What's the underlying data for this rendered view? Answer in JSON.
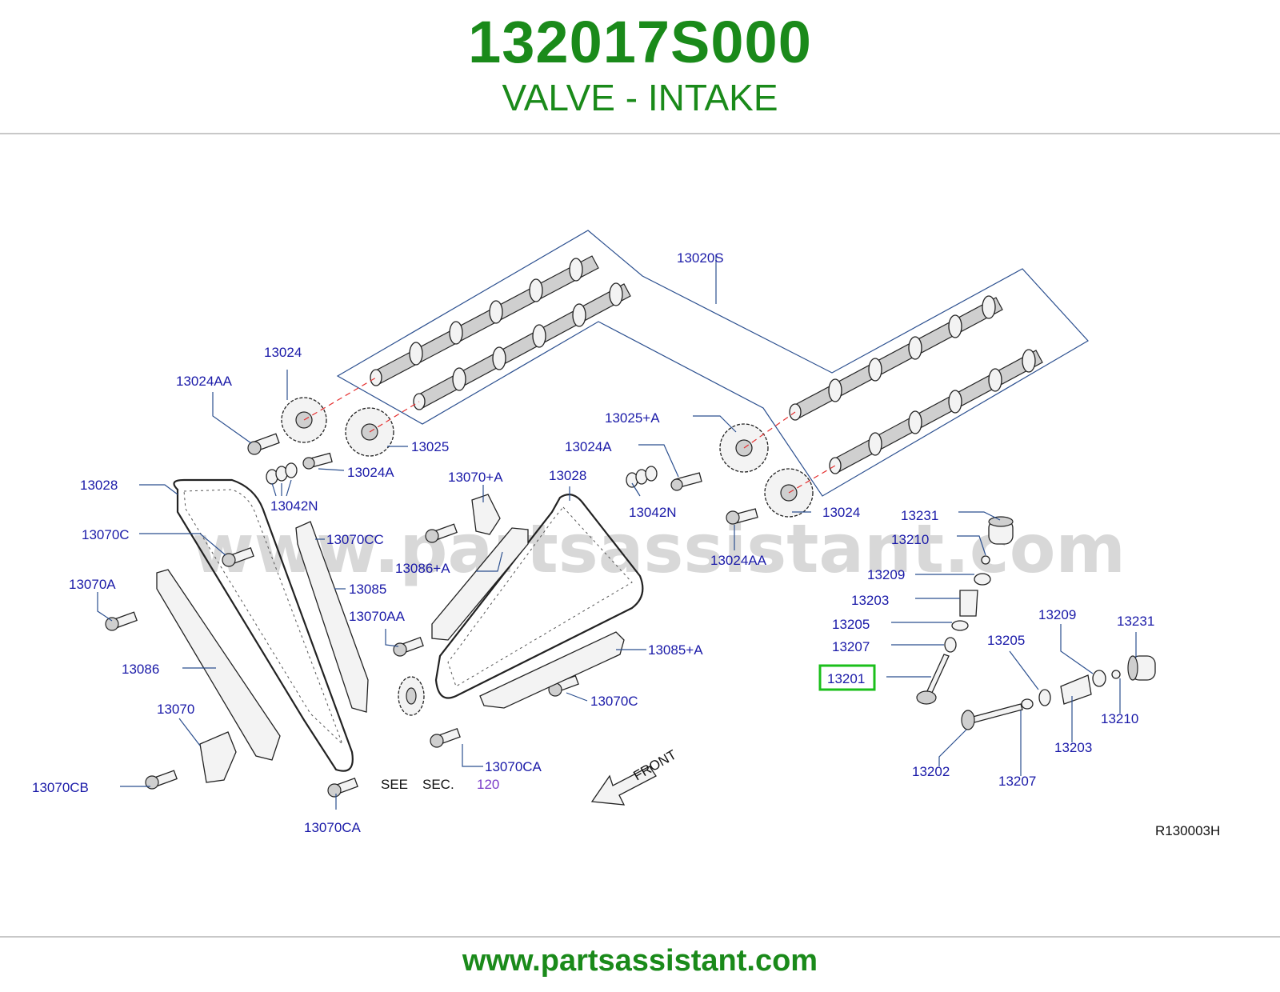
{
  "header": {
    "part_number": "132017S000",
    "part_name": "VALVE - INTAKE"
  },
  "footer": {
    "url": "www.partsassistant.com"
  },
  "diagram": {
    "watermark": "www.partsassistant.com",
    "reference_code": "R130003H",
    "front_label": "FRONT",
    "see_label": "SEE",
    "sec_label": "SEC.",
    "sec_number": "120",
    "highlighted_part": "13201",
    "labels": {
      "p13020S": "13020S",
      "p13024_l": "13024",
      "p13024AA_l": "13024AA",
      "p13025": "13025",
      "p13024A_l": "13024A",
      "p13042N_l": "13042N",
      "p13028_l": "13028",
      "p13070C_l": "13070C",
      "p13070CC": "13070CC",
      "p13070A": "13070A",
      "p13085": "13085",
      "p13086": "13086",
      "p13070": "13070",
      "p13070CB": "13070CB",
      "p13070CA_l": "13070CA",
      "p13070plusA": "13070+A",
      "p13086plusA": "13086+A",
      "p13070AA": "13070AA",
      "p13028_r": "13028",
      "p13085plusA": "13085+A",
      "p13070C_r": "13070C",
      "p13070CA_r": "13070CA",
      "p13025plusA": "13025+A",
      "p13024A_r": "13024A",
      "p13042N_r": "13042N",
      "p13024_r": "13024",
      "p13024AA_r": "13024AA",
      "p13231_a": "13231",
      "p13210_a": "13210",
      "p13209_a": "13209",
      "p13203_a": "13203",
      "p13205_a": "13205",
      "p13207_a": "13207",
      "p13209_b": "13209",
      "p13231_b": "13231",
      "p13205_b": "13205",
      "p13210_b": "13210",
      "p13203_b": "13203",
      "p13202": "13202",
      "p13207_b": "13207"
    }
  }
}
